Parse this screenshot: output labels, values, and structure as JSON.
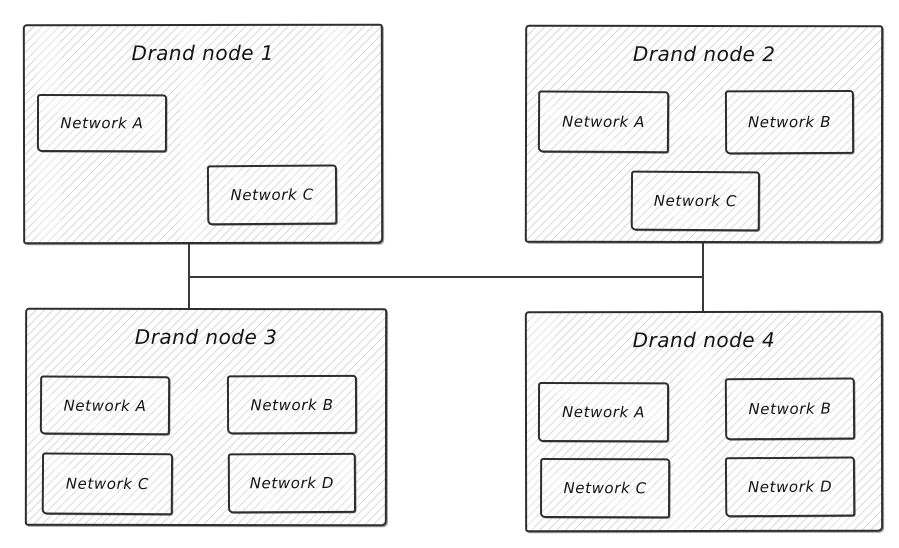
{
  "diagram": {
    "type": "network-topology",
    "nodes": [
      {
        "title": "Drand node 1",
        "networks": [
          "Network A",
          "Network C"
        ]
      },
      {
        "title": "Drand node 2",
        "networks": [
          "Network A",
          "Network B",
          "Network C"
        ]
      },
      {
        "title": "Drand node 3",
        "networks": [
          "Network A",
          "Network B",
          "Network C",
          "Network D"
        ]
      },
      {
        "title": "Drand node 4",
        "networks": [
          "Network A",
          "Network B",
          "Network C",
          "Network D"
        ]
      }
    ],
    "connections": [
      "Drand node 1 - Drand node 3",
      "Drand node 2 - Drand node 4",
      "Drand node 1/3 trunk - Drand node 2/4 trunk"
    ],
    "colors": {
      "stroke": "#2e2e2e",
      "hatch": "#aeaeae",
      "text": "#141414",
      "background": "#ffffff"
    }
  }
}
